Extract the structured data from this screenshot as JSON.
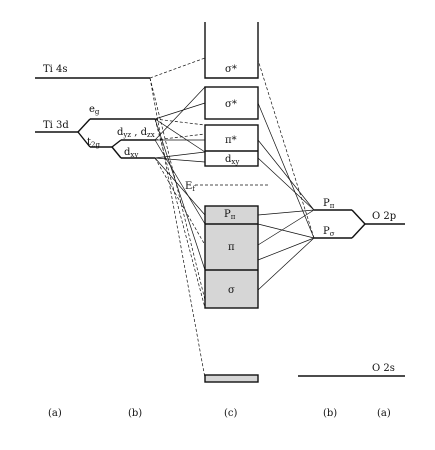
{
  "colors": {
    "filled": "#d6d6d6",
    "line": "#111111"
  },
  "left": {
    "ti4s": "Ti 4s",
    "ti3d": "Ti 3d",
    "eg": {
      "main": "e",
      "sub": "g"
    },
    "t2g": {
      "main": "t",
      "sub": "2g"
    },
    "dyz_dzx": {
      "d1": "d",
      "s1": "yz",
      "sep": " , d",
      "s2": "zx"
    },
    "dxy": {
      "main": "d",
      "sub": "xy"
    }
  },
  "center": {
    "sigma_star_top": "σ*",
    "sigma_star_mid": "σ*",
    "pi_star": "π*",
    "dxy": {
      "main": "d",
      "sub": "xy"
    },
    "ef": {
      "main": "E",
      "sub": "f"
    },
    "p_pi": {
      "main": "P",
      "sub": "π"
    },
    "pi": "π",
    "sigma": "σ"
  },
  "right": {
    "p_pi": {
      "main": "P",
      "sub": "π"
    },
    "p_sigma": {
      "main": "P",
      "sub": "σ"
    },
    "o2p": "O 2p",
    "o2s": "O 2s"
  },
  "columns": [
    "(a)",
    "(b)",
    "(c)",
    "(b)",
    "(a)"
  ]
}
